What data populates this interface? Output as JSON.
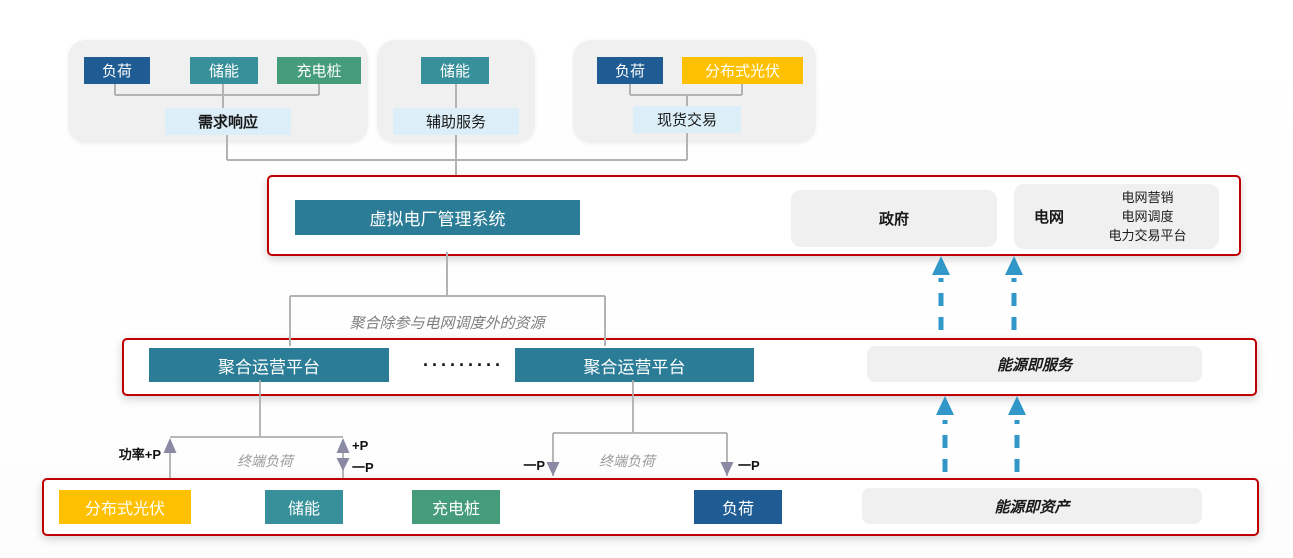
{
  "palette": {
    "load_blue": "#1f5c94",
    "storage_teal": "#38909a",
    "charger_green": "#459c7b",
    "pv_yellow": "#ffc000",
    "platform_teal": "#2b7c96",
    "service_light_blue": "#dceef8",
    "group_gray": "#f0f0f1",
    "red_border": "#c00000",
    "dashed_arrow_blue": "#3197c9",
    "wire_gray": "#b3b3b3"
  },
  "top_groups": [
    {
      "sources": [
        {
          "label": "负荷",
          "color": "#1f5c94"
        },
        {
          "label": "储能",
          "color": "#38909a"
        },
        {
          "label": "充电桩",
          "color": "#459c7b"
        }
      ],
      "service": "需求响应"
    },
    {
      "sources": [
        {
          "label": "储能",
          "color": "#38909a"
        }
      ],
      "service": "辅助服务"
    },
    {
      "sources": [
        {
          "label": "负荷",
          "color": "#1f5c94"
        },
        {
          "label": "分布式光伏",
          "color": "#ffc000"
        }
      ],
      "service": "现货交易"
    }
  ],
  "vpp_row": {
    "system": "虚拟电厂管理系统",
    "government": "政府",
    "grid": {
      "label": "电网",
      "items": [
        "电网营销",
        "电网调度",
        "电力交易平台"
      ]
    }
  },
  "aggregation_note": "聚合除参与电网调度外的资源",
  "platform_row": {
    "platform1": "聚合运营平台",
    "dots": "·········",
    "platform2": "聚合运营平台",
    "service": "能源即服务"
  },
  "flow": {
    "left": {
      "power_label": "功率+P",
      "plus": "+P",
      "minus": "一P",
      "terminal": "终端负荷"
    },
    "right": {
      "minus_left": "一P",
      "terminal": "终端负荷",
      "minus_right": "一P"
    }
  },
  "asset_row": {
    "items": [
      {
        "label": "分布式光伏",
        "color": "#ffc000"
      },
      {
        "label": "储能",
        "color": "#38909a"
      },
      {
        "label": "充电桩",
        "color": "#459c7b"
      },
      {
        "label": "负荷",
        "color": "#1f5c94"
      }
    ],
    "service": "能源即资产"
  }
}
